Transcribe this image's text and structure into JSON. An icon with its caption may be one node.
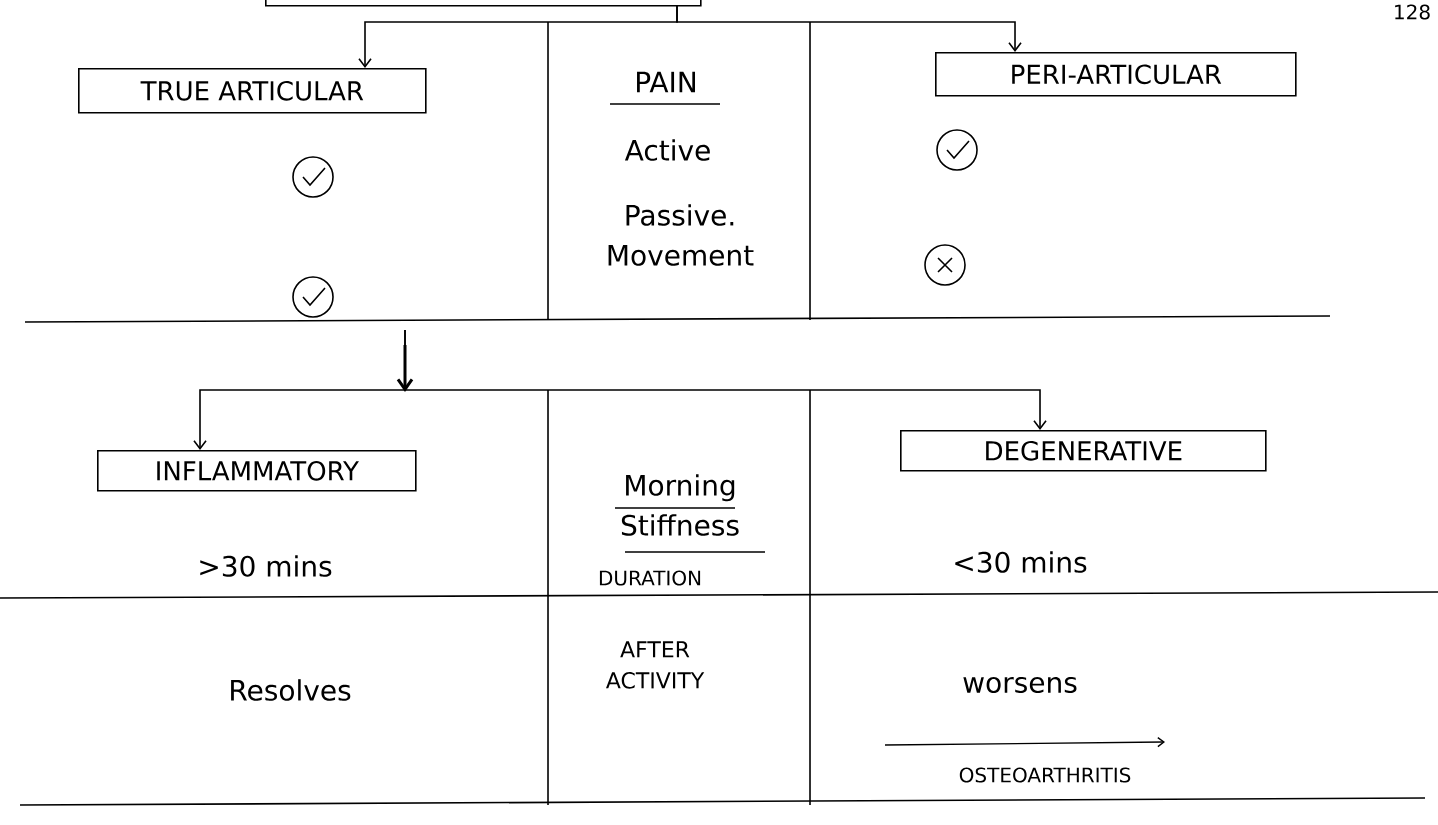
{
  "diagram": {
    "nodes": [
      {
        "text": [],
        "shape": "box"
      },
      {
        "text": [
          "TRUE ARTICULAR"
        ]
      },
      {
        "text": [
          "PERI-ARTICULAR"
        ]
      },
      {
        "text": [
          "INFLAMMATORY"
        ]
      },
      {
        "text": [
          "DEGENERATIVE"
        ]
      }
    ],
    "edges": [
      {
        "from": 0,
        "to": 1,
        "arrow": "to"
      },
      {
        "from": 0,
        "to": 2,
        "arrow": "to"
      },
      {
        "from": null,
        "to": 3,
        "arrow": "to"
      },
      {
        "from": null,
        "to": 4,
        "arrow": "to"
      }
    ],
    "labels": [
      "128",
      "PAIN",
      "Active",
      "Passive. Movement",
      "Morning Stiffness",
      ">30 mins",
      "DURATION",
      "<30 mins",
      "Resolves",
      "AFTER ACTIVITY",
      "worsens",
      "OSTEOARTHRITIS"
    ]
  }
}
